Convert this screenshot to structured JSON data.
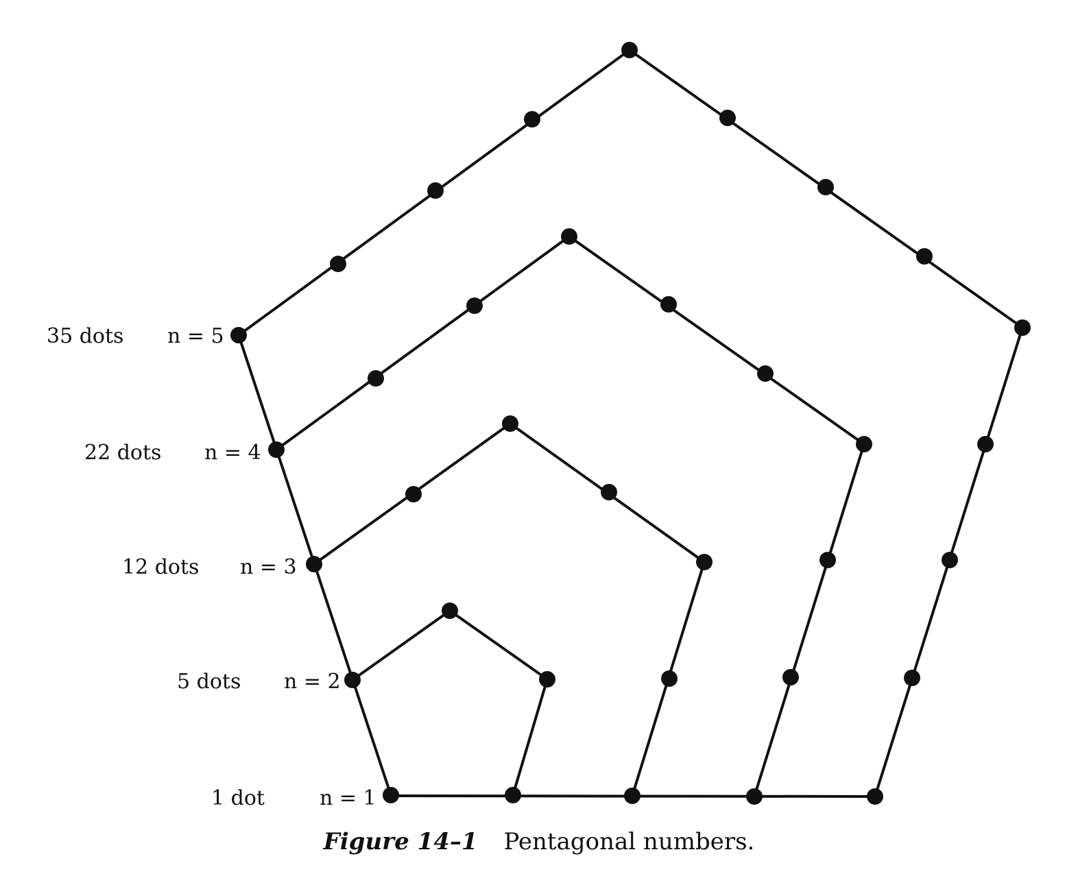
{
  "figure": {
    "caption_label": "Figure 14–1",
    "caption_text": "Pentagonal numbers."
  },
  "rows": [
    {
      "n_label": "n = 5",
      "dots_label": "35 dots"
    },
    {
      "n_label": "n = 4",
      "dots_label": "22 dots"
    },
    {
      "n_label": "n = 3",
      "dots_label": "12 dots"
    },
    {
      "n_label": "n = 2",
      "dots_label": "5 dots"
    },
    {
      "n_label": "n = 1",
      "dots_label": "1 dot"
    }
  ],
  "colors": {
    "ink": "#111111",
    "background": "#ffffff"
  }
}
